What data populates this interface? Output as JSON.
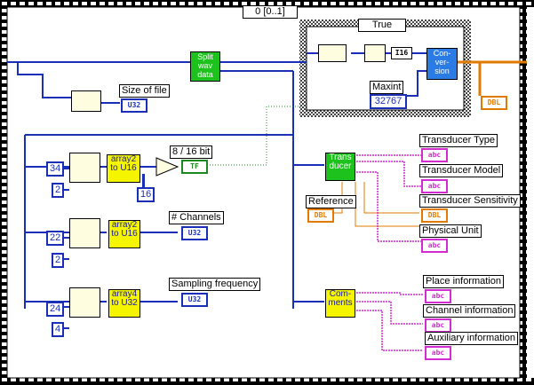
{
  "sequence": {
    "frame_label": "0 [0..1]"
  },
  "case_structure": {
    "selector_label": "True"
  },
  "nodes": {
    "split_wav": "Split wav data",
    "conversion": "Con- ver- sion",
    "transducer": "Trans ducer",
    "comments": "Com- ments",
    "array2_to_u16_a": "array2 to U16",
    "array2_to_u16_b": "array2 to U16",
    "array4_to_u32": "array4 to U32",
    "i16_type": "I16"
  },
  "labels": {
    "size_of_file": "Size of file",
    "bit_8_16": "8 / 16  bit",
    "channels": "# Channels",
    "sampling_frequency": "Sampling frequency",
    "maxint": "Maxint",
    "reference": "Reference",
    "transducer_type": "Transducer Type",
    "transducer_model": "Transducer Model",
    "transducer_sensitivity": "Transducer Sensitivity",
    "physical_unit": "Physical Unit",
    "place_information": "Place information",
    "channel_information": "Channel information",
    "auxiliary_information": "Auxiliary information"
  },
  "constants": {
    "offset_34": "34",
    "len_2_a": "2",
    "cmp_16": "16",
    "offset_22": "22",
    "len_2_b": "2",
    "offset_24": "24",
    "len_4": "4",
    "maxint_value": "32767"
  },
  "indicators": {
    "u32": "U32",
    "abc": "abc",
    "dbl": "DBL",
    "tf": "TF"
  },
  "colors": {
    "int_wire": "#1a2fb8",
    "string_wire": "#d12bd1",
    "dbl_wire": "#e07a00",
    "bool_wire": "#1d8a1d",
    "subvi_fill": "#f5f500",
    "blue_subvi": "#2a7be4"
  }
}
